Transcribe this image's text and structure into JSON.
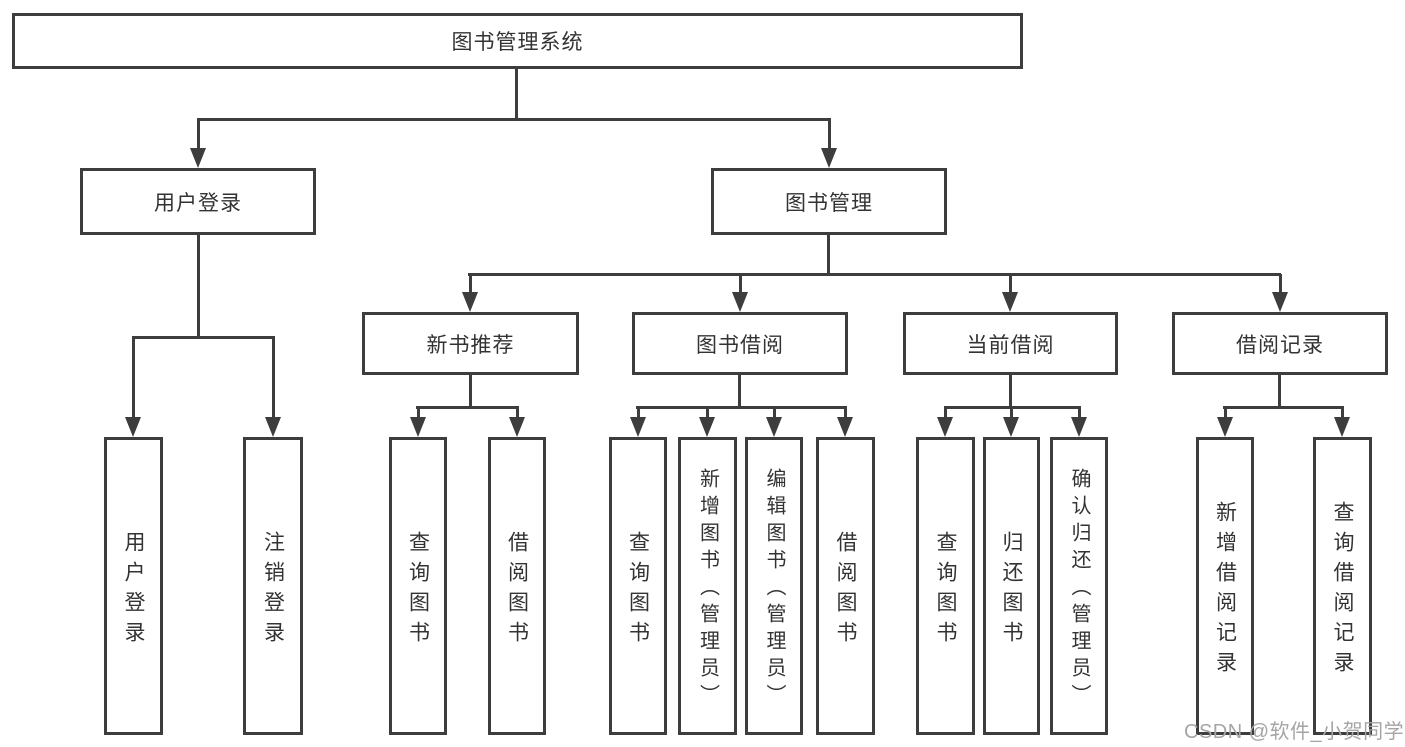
{
  "colors": {
    "line": "#3d3d3d",
    "text": "#333333",
    "background": "#ffffff",
    "watermark": "#a5a5a5"
  },
  "diagram_type": "hierarchy-tree",
  "tree": {
    "label": "图书管理系统",
    "children": [
      {
        "label": "用户登录",
        "children": [
          {
            "label": "用户登录"
          },
          {
            "label": "注销登录"
          }
        ]
      },
      {
        "label": "图书管理",
        "children": [
          {
            "label": "新书推荐",
            "children": [
              {
                "label": "查询图书"
              },
              {
                "label": "借阅图书"
              }
            ]
          },
          {
            "label": "图书借阅",
            "children": [
              {
                "label": "查询图书"
              },
              {
                "label": "新增图书（管理员）"
              },
              {
                "label": "编辑图书（管理员）"
              },
              {
                "label": "借阅图书"
              }
            ]
          },
          {
            "label": "当前借阅",
            "children": [
              {
                "label": "查询图书"
              },
              {
                "label": "归还图书"
              },
              {
                "label": "确认归还（管理员）"
              }
            ]
          },
          {
            "label": "借阅记录",
            "children": [
              {
                "label": "新增借阅记录"
              },
              {
                "label": "查询借阅记录"
              }
            ]
          }
        ]
      }
    ]
  },
  "watermark": {
    "text": "CSDN @软件_小贺同学"
  }
}
